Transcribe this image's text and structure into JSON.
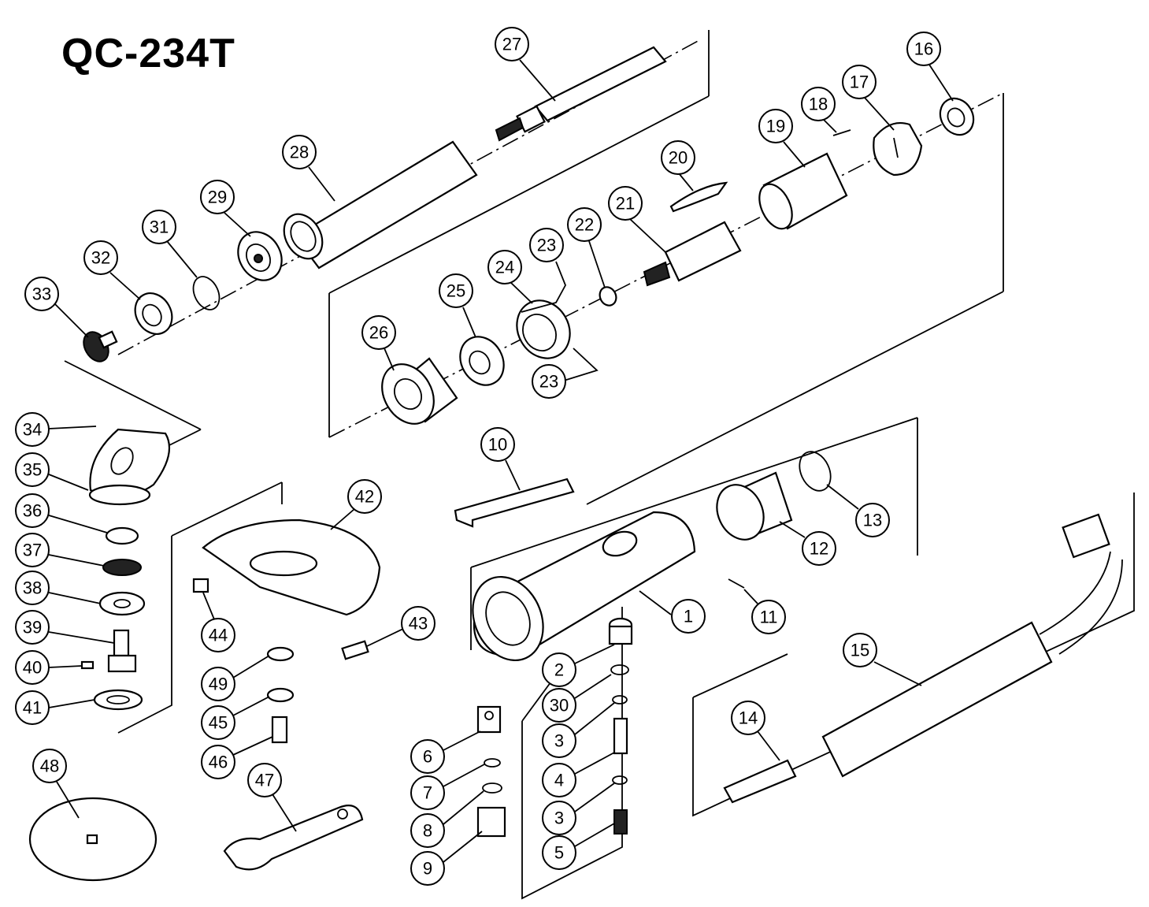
{
  "title": "QC-234T",
  "callouts": [
    "1",
    "2",
    "3",
    "3",
    "4",
    "5",
    "6",
    "7",
    "8",
    "9",
    "10",
    "11",
    "12",
    "13",
    "14",
    "15",
    "16",
    "17",
    "18",
    "19",
    "20",
    "21",
    "22",
    "23",
    "23",
    "24",
    "25",
    "26",
    "27",
    "28",
    "29",
    "30",
    "31",
    "32",
    "33",
    "34",
    "35",
    "36",
    "37",
    "38",
    "39",
    "40",
    "41",
    "42",
    "43",
    "44",
    "45",
    "46",
    "47",
    "48",
    "49"
  ]
}
